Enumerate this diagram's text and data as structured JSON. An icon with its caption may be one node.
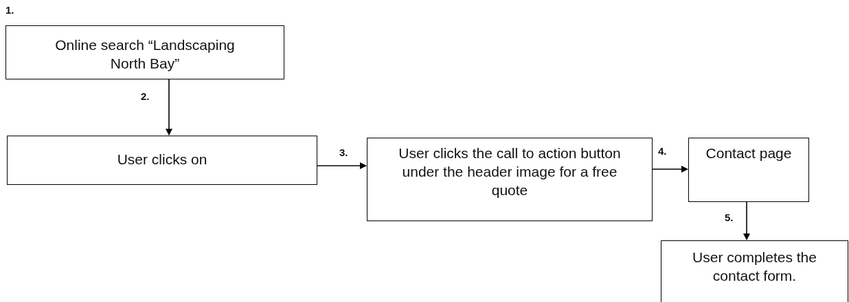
{
  "diagram": {
    "nodes": [
      {
        "text": [
          "Online search “Landscaping North Bay”"
        ]
      },
      {
        "text": [
          "User clicks on"
        ]
      },
      {
        "text": [
          "User clicks the call to action button under the header image for a free quote"
        ]
      },
      {
        "text": [
          "Contact page"
        ]
      },
      {
        "text": [
          "User completes the contact form."
        ]
      }
    ],
    "edges": [
      {
        "from": 0,
        "to": 1,
        "arrow": "to",
        "label": "2."
      },
      {
        "from": 1,
        "to": 2,
        "arrow": "to",
        "label": "3."
      },
      {
        "from": 2,
        "to": 3,
        "arrow": "to",
        "label": "4."
      },
      {
        "from": 3,
        "to": 4,
        "arrow": "to",
        "label": "5."
      }
    ],
    "labels": [
      "1."
    ]
  }
}
